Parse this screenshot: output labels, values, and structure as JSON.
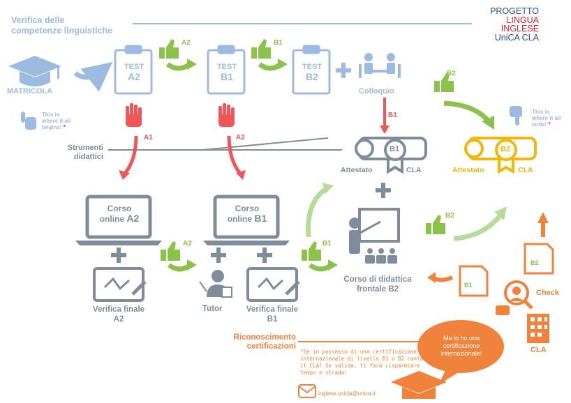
{
  "header": {
    "title_line1": "Verifica delle",
    "title_line2": "competenze linguistiche",
    "brand_line1": "PROGETTO",
    "brand_line2": "LINGUA INGLESE",
    "brand_line3": "UniCA CLA"
  },
  "start": {
    "matricola": "MATRICOLA",
    "begin_note_1": "This is",
    "begin_note_2": "where it all",
    "begin_note_3": "begins!",
    "asterisk": "*"
  },
  "tests": [
    {
      "word": "TEST",
      "level": "A2"
    },
    {
      "word": "TEST",
      "level": "B1"
    },
    {
      "word": "TEST",
      "level": "B2"
    }
  ],
  "arrows_top": {
    "a2": "A2",
    "b1": "B1",
    "b2": "B2"
  },
  "colloquio": "Colloquio",
  "fail_labels": {
    "a1": "A1",
    "a2": "A2",
    "b1": "B1"
  },
  "strumenti": {
    "line1": "Strumenti",
    "line2": "didattici"
  },
  "attestato_b1": {
    "left": "Attestato",
    "badge": "B1",
    "right": "CLA"
  },
  "attestato_b2": {
    "left": "Attestato",
    "badge": "B2",
    "right": "CLA"
  },
  "end_note": {
    "line1": "This is",
    "line2": "where it all",
    "line3": "ends!",
    "asterisk": "*"
  },
  "courses": [
    {
      "line1": "Corso",
      "line2": "online",
      "level": "A2"
    },
    {
      "line1": "Corso",
      "line2": "online",
      "level": "B1"
    }
  ],
  "verifica_a2": {
    "line1": "Verifica finale",
    "line2": "A2"
  },
  "verifica_b1": {
    "line1": "Verifica finale",
    "line2": "B1"
  },
  "tutor": "Tutor",
  "frontale": {
    "line1": "Corso di didattica",
    "line2": "frontale B2"
  },
  "green_labels": {
    "a2": "A2",
    "b1": "B1",
    "b2": "B2"
  },
  "docs": {
    "b1": "B1",
    "b2": "B2",
    "check": "Check",
    "cla": "CLA"
  },
  "riconoscimento": {
    "line1": "Riconoscimento",
    "line2": "certificazioni"
  },
  "note_text": {
    "l1": "*Se in possesso di una certificazione",
    "l2": "internazionale di livello B1 o B2 contatta",
    "l3": "il CLA! Se valida, ti farà risparmiare",
    "l4": "tempo e strada!"
  },
  "email": "inglese.unicla@unica.it",
  "bubble": {
    "l1": "Ma io ho una",
    "l2": "certificazione",
    "l3": "internazionale!"
  },
  "colors": {
    "blue": "#9dbbe0",
    "green": "#8bc34a",
    "red": "#f0555a",
    "gray": "#7f8c9a",
    "orange": "#f0823c",
    "yellow": "#f2b70a"
  }
}
